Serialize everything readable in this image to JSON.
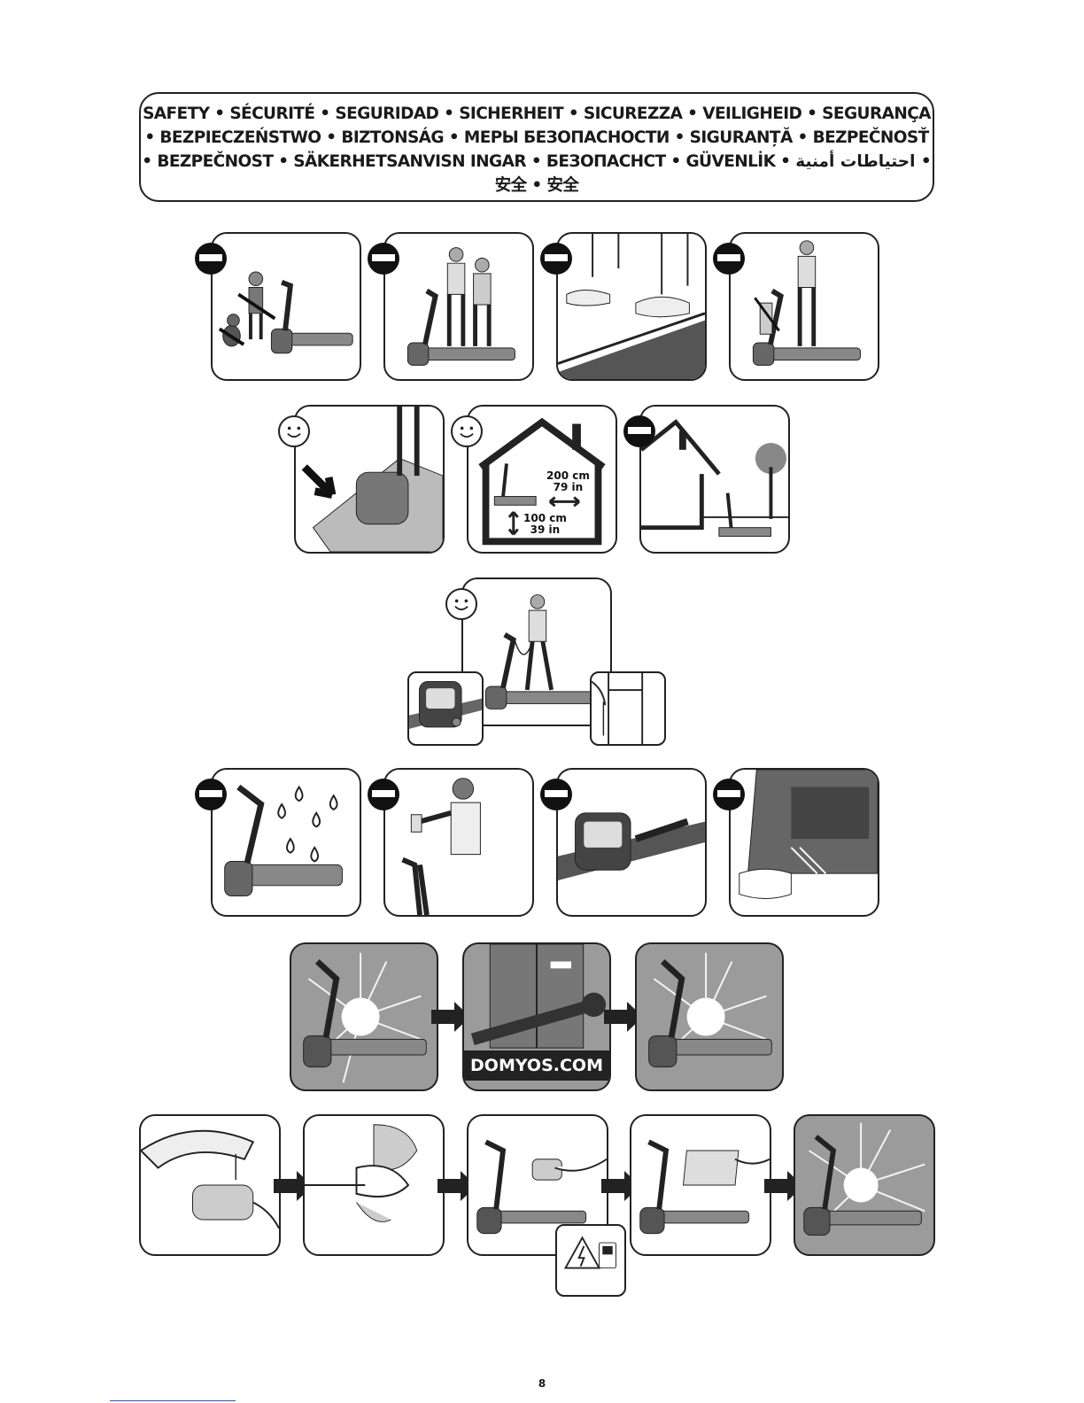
{
  "header": {
    "line1": "SAFETY • SÉCURITÉ • SEGURIDAD • SICHERHEIT • SICUREZZA • VEILIGHEID • SEGURANÇA",
    "line2": "• BEZPIECZEŃSTWO • BIZTONSÁG • МЕРЫ БЕЗОПАСНОСТИ • SIGURANȚĂ • BEZPEČNOSŤ",
    "line3": "• BEZPEČNOST • SÄKERHETSANVISN INGAR • БЕЗОПАСНСТ • GÜVENLİK • احتياطات أمنية •",
    "line4": "安全 • 安全"
  },
  "space_labels": {
    "front_cm": "200 cm",
    "front_in": "79 in",
    "side_cm": "100 cm",
    "side_in": "39 in"
  },
  "service": {
    "website": "DOMYOS.COM"
  },
  "page_number": "8",
  "icons": {
    "forbidden": "no-entry-icon",
    "allowed": "smiley-icon",
    "step": "arrow-right-icon",
    "warning": "electric-hazard-icon"
  }
}
